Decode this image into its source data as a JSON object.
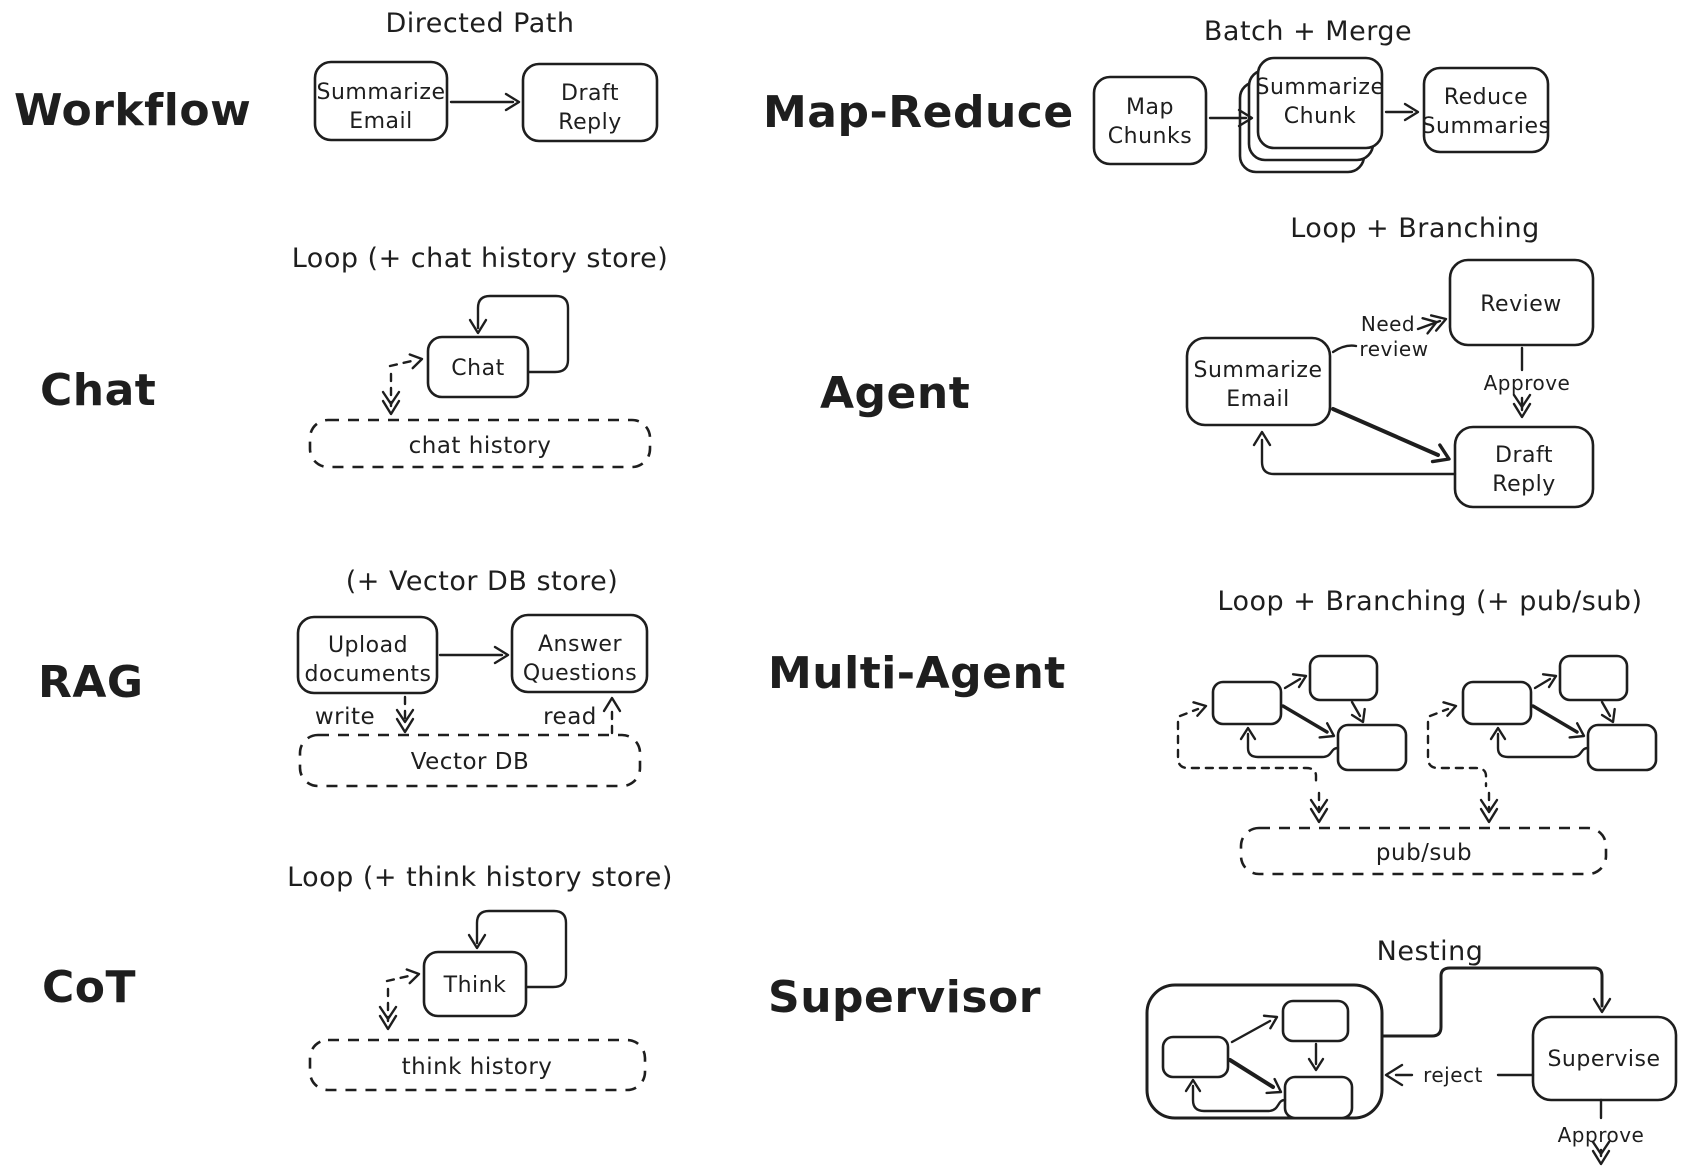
{
  "page": {
    "background": "#ffffff",
    "ink": "#1e1e1e"
  },
  "sections": {
    "workflow": {
      "label": "Workflow",
      "title": "Directed Path",
      "nodes": {
        "summarize_email": [
          "Summarize",
          "Email"
        ],
        "draft_reply": [
          "Draft",
          "Reply"
        ]
      }
    },
    "map_reduce": {
      "label": "Map-Reduce",
      "title": "Batch + Merge",
      "nodes": {
        "map_chunks": [
          "Map",
          "Chunks"
        ],
        "summarize_chunk": [
          "Summarize",
          "Chunk"
        ],
        "reduce_summaries": [
          "Reduce",
          "Summaries"
        ]
      }
    },
    "chat": {
      "label": "Chat",
      "title": "Loop (+ chat history store)",
      "nodes": {
        "chat": "Chat"
      },
      "stores": {
        "chat_history": "chat history"
      }
    },
    "agent": {
      "label": "Agent",
      "title": "Loop + Branching",
      "nodes": {
        "summarize_email": [
          "Summarize",
          "Email"
        ],
        "review": "Review",
        "draft_reply": [
          "Draft",
          "Reply"
        ]
      },
      "edges": {
        "need_review": [
          "Need",
          "review"
        ],
        "approve": "Approve"
      }
    },
    "rag": {
      "label": "RAG",
      "title": "(+ Vector DB store)",
      "nodes": {
        "upload_documents": [
          "Upload",
          "documents"
        ],
        "answer_questions": [
          "Answer",
          "Questions"
        ]
      },
      "edges": {
        "write": "write",
        "read": "read"
      },
      "stores": {
        "vector_db": "Vector DB"
      }
    },
    "multi_agent": {
      "label": "Multi-Agent",
      "title": "Loop + Branching (+ pub/sub)",
      "stores": {
        "pub_sub": "pub/sub"
      }
    },
    "cot": {
      "label": "CoT",
      "title": "Loop (+ think history store)",
      "nodes": {
        "think": "Think"
      },
      "stores": {
        "think_history": "think history"
      }
    },
    "supervisor": {
      "label": "Supervisor",
      "title": "Nesting",
      "nodes": {
        "supervise": "Supervise"
      },
      "edges": {
        "reject": "reject",
        "approve": "Approve"
      }
    }
  }
}
